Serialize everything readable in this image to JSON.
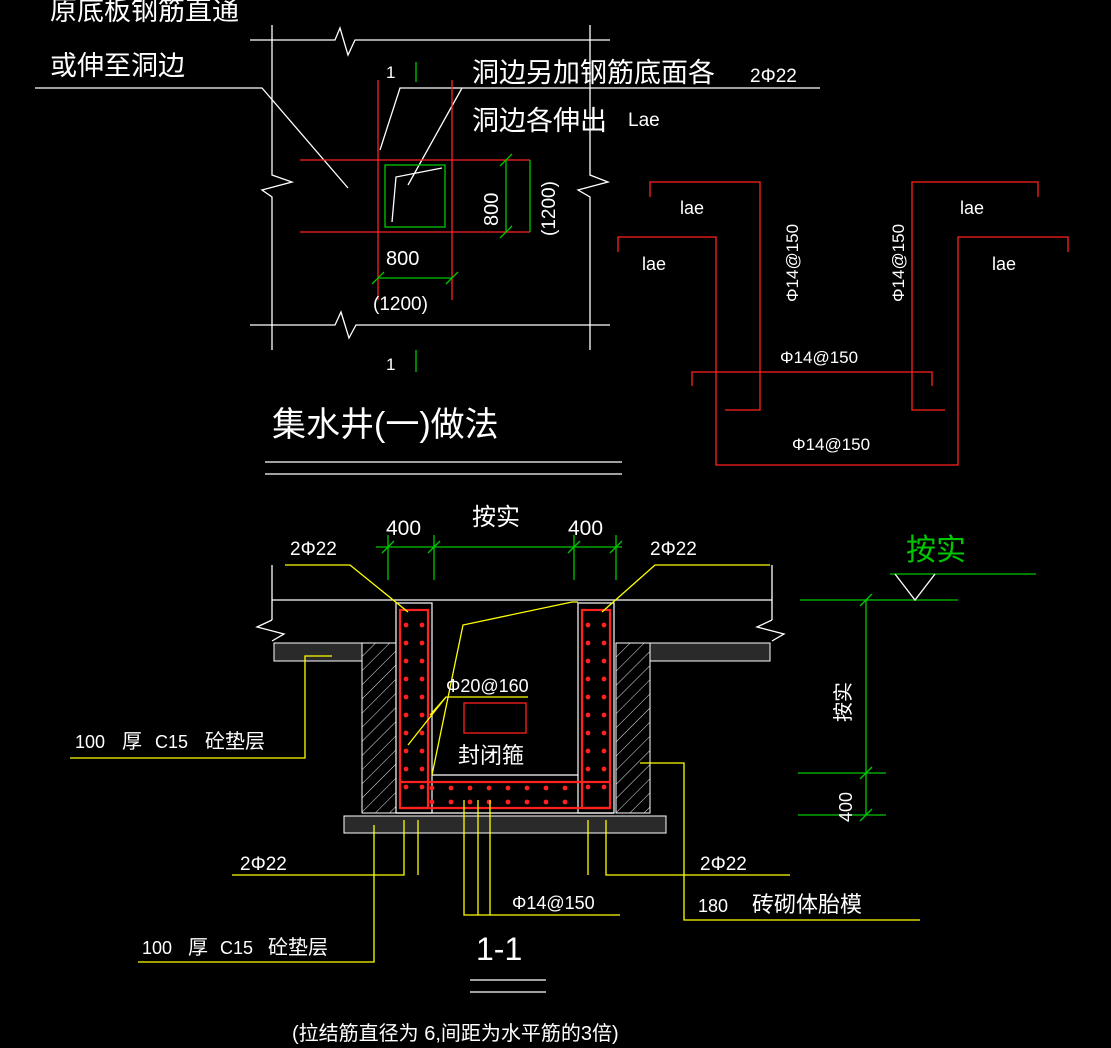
{
  "colors": {
    "background": "#000000",
    "text_white": "#ffffff",
    "text_green": "#00c800",
    "rebar_red": "#ff2020",
    "leader_yellow": "#ffff00"
  },
  "plan": {
    "note_line1": "原底板钢筋直通",
    "note_line2": "或伸至洞边",
    "note_line3": "洞边另加钢筋底面各",
    "note_line4": "洞边各伸出",
    "bar_2phi22": "2Φ22",
    "lae": "Lae",
    "section_mark": "1",
    "dim_800_h": "800",
    "dim_1200_h": "(1200)",
    "dim_800_v": "800",
    "dim_1200_v": "(1200)",
    "title": "集水井(一)做法"
  },
  "rebar_detail": {
    "lae": "lae",
    "phi14_150": "Φ14@150"
  },
  "section": {
    "dim_400": "400",
    "dim_as_built": "按实",
    "bar_2phi22": "2Φ22",
    "stirrup": "Φ20@160",
    "stirrup_note": "封闭箍",
    "bottom_bar": "Φ14@150",
    "pad_num": "100",
    "pad_thick": "厚",
    "pad_grade": "C15",
    "pad_name": "砼垫层",
    "brick_num": "180",
    "brick_name": "砖砌体胎模",
    "as_built_green": "按实",
    "dim_400_v": "400",
    "section_title": "1-1",
    "footnote": "(拉结筋直径为  6,间距为水平筋的3倍)"
  }
}
